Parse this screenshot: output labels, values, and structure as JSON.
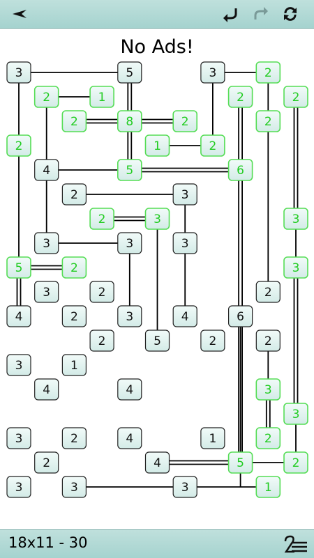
{
  "banner": {
    "text": "No Ads!"
  },
  "status": {
    "text": "18x11 - 30"
  },
  "toolbar": {
    "back_icon": "back-arrow-icon",
    "undo_icon": "undo-icon",
    "redo_icon": "redo-icon",
    "restart_icon": "restart-icon"
  },
  "colors": {
    "bar": "#a9d6d1",
    "node_fill": "#d3ebe7",
    "node_border": "#222222",
    "complete_text": "#22cc22",
    "complete_border": "#55dd55",
    "bridge": "#000000"
  },
  "puzzle": {
    "rows": 18,
    "cols": 11,
    "islands": [
      {
        "r": 0,
        "c": 0,
        "n": "3",
        "done": false
      },
      {
        "r": 0,
        "c": 4,
        "n": "5",
        "done": false
      },
      {
        "r": 0,
        "c": 7,
        "n": "3",
        "done": false
      },
      {
        "r": 0,
        "c": 9,
        "n": "2",
        "done": true
      },
      {
        "r": 1,
        "c": 1,
        "n": "2",
        "done": true
      },
      {
        "r": 1,
        "c": 3,
        "n": "1",
        "done": true
      },
      {
        "r": 1,
        "c": 8,
        "n": "2",
        "done": true
      },
      {
        "r": 1,
        "c": 10,
        "n": "2",
        "done": true
      },
      {
        "r": 2,
        "c": 2,
        "n": "2",
        "done": true
      },
      {
        "r": 2,
        "c": 4,
        "n": "8",
        "done": true
      },
      {
        "r": 2,
        "c": 6,
        "n": "2",
        "done": true
      },
      {
        "r": 2,
        "c": 9,
        "n": "2",
        "done": true
      },
      {
        "r": 3,
        "c": 0,
        "n": "2",
        "done": true
      },
      {
        "r": 3,
        "c": 5,
        "n": "1",
        "done": true
      },
      {
        "r": 3,
        "c": 7,
        "n": "2",
        "done": true
      },
      {
        "r": 4,
        "c": 1,
        "n": "4",
        "done": false
      },
      {
        "r": 4,
        "c": 4,
        "n": "5",
        "done": true
      },
      {
        "r": 4,
        "c": 8,
        "n": "6",
        "done": true
      },
      {
        "r": 5,
        "c": 2,
        "n": "2",
        "done": false
      },
      {
        "r": 5,
        "c": 6,
        "n": "3",
        "done": false
      },
      {
        "r": 6,
        "c": 3,
        "n": "2",
        "done": true
      },
      {
        "r": 6,
        "c": 5,
        "n": "3",
        "done": true
      },
      {
        "r": 6,
        "c": 10,
        "n": "3",
        "done": true
      },
      {
        "r": 7,
        "c": 1,
        "n": "3",
        "done": false
      },
      {
        "r": 7,
        "c": 4,
        "n": "3",
        "done": false
      },
      {
        "r": 7,
        "c": 6,
        "n": "3",
        "done": false
      },
      {
        "r": 8,
        "c": 0,
        "n": "5",
        "done": true
      },
      {
        "r": 8,
        "c": 2,
        "n": "2",
        "done": true
      },
      {
        "r": 8,
        "c": 10,
        "n": "3",
        "done": true
      },
      {
        "r": 9,
        "c": 1,
        "n": "3",
        "done": false
      },
      {
        "r": 9,
        "c": 3,
        "n": "2",
        "done": false
      },
      {
        "r": 9,
        "c": 9,
        "n": "2",
        "done": false
      },
      {
        "r": 10,
        "c": 0,
        "n": "4",
        "done": false
      },
      {
        "r": 10,
        "c": 2,
        "n": "2",
        "done": false
      },
      {
        "r": 10,
        "c": 4,
        "n": "3",
        "done": false
      },
      {
        "r": 10,
        "c": 6,
        "n": "4",
        "done": false
      },
      {
        "r": 10,
        "c": 8,
        "n": "6",
        "done": false
      },
      {
        "r": 11,
        "c": 3,
        "n": "2",
        "done": false
      },
      {
        "r": 11,
        "c": 5,
        "n": "5",
        "done": false
      },
      {
        "r": 11,
        "c": 7,
        "n": "2",
        "done": false
      },
      {
        "r": 11,
        "c": 9,
        "n": "2",
        "done": false
      },
      {
        "r": 12,
        "c": 0,
        "n": "3",
        "done": false
      },
      {
        "r": 12,
        "c": 2,
        "n": "1",
        "done": false
      },
      {
        "r": 13,
        "c": 1,
        "n": "4",
        "done": false
      },
      {
        "r": 13,
        "c": 4,
        "n": "4",
        "done": false
      },
      {
        "r": 13,
        "c": 9,
        "n": "3",
        "done": true
      },
      {
        "r": 14,
        "c": 10,
        "n": "3",
        "done": true
      },
      {
        "r": 15,
        "c": 0,
        "n": "3",
        "done": false
      },
      {
        "r": 15,
        "c": 2,
        "n": "2",
        "done": false
      },
      {
        "r": 15,
        "c": 4,
        "n": "4",
        "done": false
      },
      {
        "r": 15,
        "c": 7,
        "n": "1",
        "done": false
      },
      {
        "r": 15,
        "c": 9,
        "n": "2",
        "done": true
      },
      {
        "r": 16,
        "c": 1,
        "n": "2",
        "done": false
      },
      {
        "r": 16,
        "c": 5,
        "n": "4",
        "done": false
      },
      {
        "r": 16,
        "c": 8,
        "n": "5",
        "done": true
      },
      {
        "r": 16,
        "c": 10,
        "n": "2",
        "done": true
      },
      {
        "r": 17,
        "c": 0,
        "n": "3",
        "done": false
      },
      {
        "r": 17,
        "c": 2,
        "n": "3",
        "done": false
      },
      {
        "r": 17,
        "c": 6,
        "n": "3",
        "done": false
      },
      {
        "r": 17,
        "c": 9,
        "n": "1",
        "done": true
      }
    ],
    "bridges": [
      {
        "a": [
          0,
          0
        ],
        "b": [
          0,
          4
        ],
        "k": 1
      },
      {
        "a": [
          0,
          7
        ],
        "b": [
          0,
          9
        ],
        "k": 1
      },
      {
        "a": [
          0,
          0
        ],
        "b": [
          8,
          0
        ],
        "k": 1
      },
      {
        "a": [
          0,
          4
        ],
        "b": [
          2,
          4
        ],
        "k": 2
      },
      {
        "a": [
          2,
          4
        ],
        "b": [
          4,
          4
        ],
        "k": 2
      },
      {
        "a": [
          0,
          7
        ],
        "b": [
          3,
          7
        ],
        "k": 1
      },
      {
        "a": [
          0,
          9
        ],
        "b": [
          2,
          9
        ],
        "k": 1
      },
      {
        "a": [
          2,
          9
        ],
        "b": [
          9,
          9
        ],
        "k": 1
      },
      {
        "a": [
          1,
          1
        ],
        "b": [
          1,
          3
        ],
        "k": 1
      },
      {
        "a": [
          1,
          1
        ],
        "b": [
          4,
          1
        ],
        "k": 1
      },
      {
        "a": [
          1,
          8
        ],
        "b": [
          4,
          8
        ],
        "k": 2
      },
      {
        "a": [
          1,
          10
        ],
        "b": [
          6,
          10
        ],
        "k": 2
      },
      {
        "a": [
          2,
          2
        ],
        "b": [
          2,
          4
        ],
        "k": 2
      },
      {
        "a": [
          2,
          4
        ],
        "b": [
          2,
          6
        ],
        "k": 2
      },
      {
        "a": [
          3,
          5
        ],
        "b": [
          3,
          7
        ],
        "k": 1
      },
      {
        "a": [
          4,
          1
        ],
        "b": [
          4,
          4
        ],
        "k": 1
      },
      {
        "a": [
          4,
          4
        ],
        "b": [
          4,
          8
        ],
        "k": 2
      },
      {
        "a": [
          4,
          1
        ],
        "b": [
          7,
          1
        ],
        "k": 1
      },
      {
        "a": [
          4,
          8
        ],
        "b": [
          16,
          8
        ],
        "k": 2
      },
      {
        "a": [
          5,
          2
        ],
        "b": [
          5,
          6
        ],
        "k": 1
      },
      {
        "a": [
          5,
          6
        ],
        "b": [
          7,
          6
        ],
        "k": 1
      },
      {
        "a": [
          6,
          3
        ],
        "b": [
          6,
          5
        ],
        "k": 2
      },
      {
        "a": [
          6,
          5
        ],
        "b": [
          11,
          5
        ],
        "k": 1
      },
      {
        "a": [
          6,
          10
        ],
        "b": [
          8,
          10
        ],
        "k": 1
      },
      {
        "a": [
          7,
          1
        ],
        "b": [
          7,
          4
        ],
        "k": 1
      },
      {
        "a": [
          7,
          4
        ],
        "b": [
          10,
          4
        ],
        "k": 1
      },
      {
        "a": [
          7,
          6
        ],
        "b": [
          10,
          6
        ],
        "k": 1
      },
      {
        "a": [
          8,
          0
        ],
        "b": [
          8,
          2
        ],
        "k": 2
      },
      {
        "a": [
          8,
          0
        ],
        "b": [
          10,
          0
        ],
        "k": 2
      },
      {
        "a": [
          8,
          10
        ],
        "b": [
          14,
          10
        ],
        "k": 2
      },
      {
        "a": [
          10,
          8
        ],
        "b": [
          16,
          8
        ],
        "k": 1
      },
      {
        "a": [
          11,
          9
        ],
        "b": [
          13,
          9
        ],
        "k": 1
      },
      {
        "a": [
          13,
          9
        ],
        "b": [
          15,
          9
        ],
        "k": 2
      },
      {
        "a": [
          14,
          10
        ],
        "b": [
          16,
          10
        ],
        "k": 1
      },
      {
        "a": [
          16,
          5
        ],
        "b": [
          16,
          8
        ],
        "k": 2
      },
      {
        "a": [
          16,
          8
        ],
        "b": [
          16,
          10
        ],
        "k": 1
      },
      {
        "a": [
          16,
          8
        ],
        "b": [
          17,
          8
        ],
        "k": 1
      },
      {
        "a": [
          17,
          2
        ],
        "b": [
          17,
          6
        ],
        "k": 1
      },
      {
        "a": [
          17,
          6
        ],
        "b": [
          17,
          9
        ],
        "k": 1
      }
    ]
  }
}
